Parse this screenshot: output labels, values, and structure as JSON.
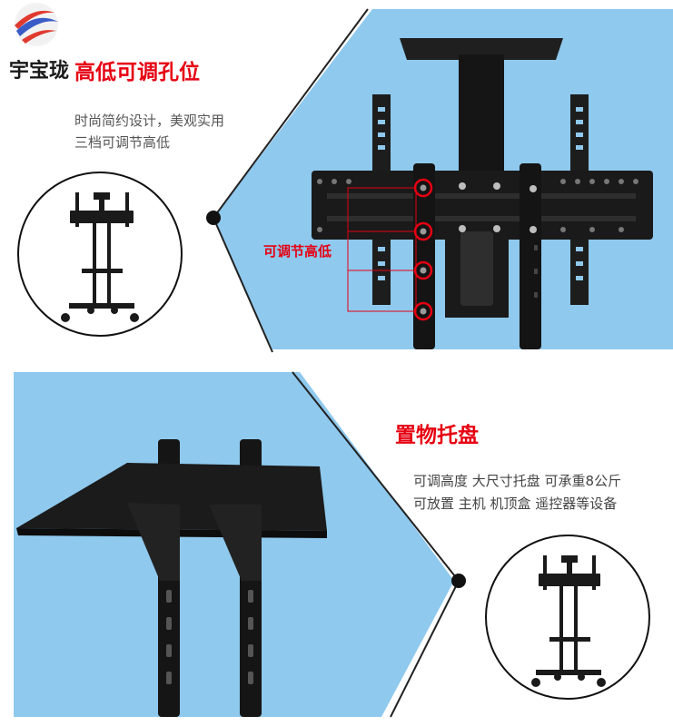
{
  "brand": {
    "name": "宇宝珑",
    "colors": [
      "#e03a2f",
      "#3a5cc7",
      "#1a1a1a"
    ]
  },
  "section_height": {
    "heading": "高低可调孔位",
    "line1": "时尚简约设计，美观实用",
    "line2": "三档可调节高低",
    "callout": "可调节高低"
  },
  "section_tray": {
    "heading": "置物托盘",
    "line1": "可调高度 大尺寸托盘 可承重8公斤",
    "line2": "可放置 主机 机顶盒 遥控器等设备"
  },
  "colors": {
    "sky": "#8fc9ee",
    "accent": "#e60012",
    "steel": "#1c1c1c"
  }
}
